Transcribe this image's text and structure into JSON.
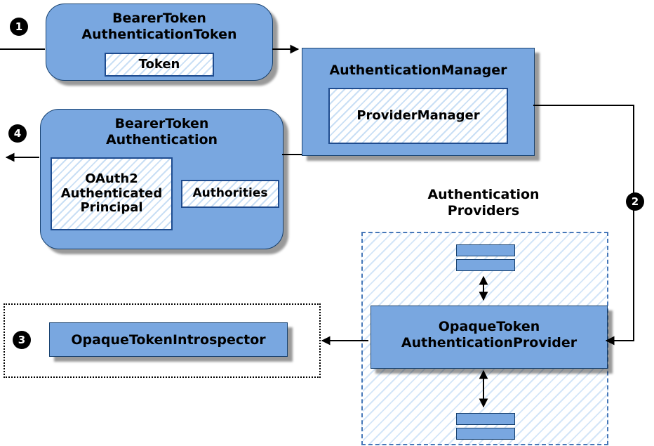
{
  "diagram": {
    "badges": {
      "b1": "1",
      "b2": "2",
      "b3": "3",
      "b4": "4"
    },
    "token_box": {
      "title_line1": "BearerToken",
      "title_line2": "AuthenticationToken",
      "token_label": "Token"
    },
    "manager": {
      "title": "AuthenticationManager",
      "provider_manager_label": "ProviderManager"
    },
    "bearer_auth": {
      "title_line1": "BearerToken",
      "title_line2": "Authentication",
      "principal_line1": "OAuth2",
      "principal_line2": "Authenticated",
      "principal_line3": "Principal",
      "authorities_label": "Authorities"
    },
    "providers": {
      "label_line1": "Authentication",
      "label_line2": "Providers",
      "provider_line1": "OpaqueToken",
      "provider_line2": "AuthenticationProvider"
    },
    "introspector": {
      "label": "OpaqueTokenIntrospector"
    },
    "colors": {
      "box_fill": "#79A7E0",
      "box_border": "#16406E",
      "hatch_stripe": "#C9DFF5",
      "dashed_border": "#4677B8",
      "arrow": "#000000",
      "badge_bg": "#000000",
      "badge_text": "#FFFFFF"
    }
  }
}
